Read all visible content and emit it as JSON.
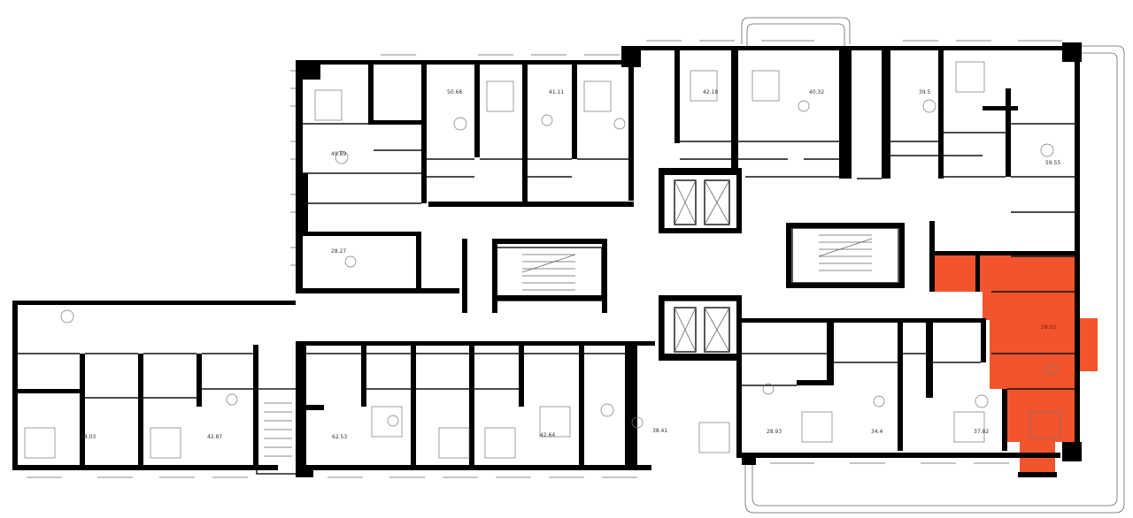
{
  "floor_plan": {
    "highlight_color": "#f2542d",
    "wall_color": "#000000",
    "units": [
      {
        "id": "u-4889",
        "area": "49.89",
        "selected": false
      },
      {
        "id": "u-5068",
        "area": "50.68",
        "selected": false
      },
      {
        "id": "u-4111",
        "area": "41.11",
        "selected": false
      },
      {
        "id": "u-4218",
        "area": "42.18",
        "selected": false
      },
      {
        "id": "u-4032",
        "area": "40.32",
        "selected": false
      },
      {
        "id": "u-395",
        "area": "39.5",
        "selected": false
      },
      {
        "id": "u-5955",
        "area": "59.55",
        "selected": false
      },
      {
        "id": "u-2827",
        "area": "28.27",
        "selected": false
      },
      {
        "id": "u-5403",
        "area": "54.03",
        "selected": false
      },
      {
        "id": "u-4287",
        "area": "42.87",
        "selected": false
      },
      {
        "id": "u-6253",
        "area": "62.53",
        "selected": false
      },
      {
        "id": "u-4264",
        "area": "42.64",
        "selected": false
      },
      {
        "id": "u-3841",
        "area": "38.41",
        "selected": false
      },
      {
        "id": "u-2893",
        "area": "28.93",
        "selected": false
      },
      {
        "id": "u-344",
        "area": "34.4",
        "selected": false
      },
      {
        "id": "u-3782",
        "area": "37.82",
        "selected": false
      },
      {
        "id": "u-5802",
        "area": "58.02",
        "selected": true
      }
    ]
  }
}
